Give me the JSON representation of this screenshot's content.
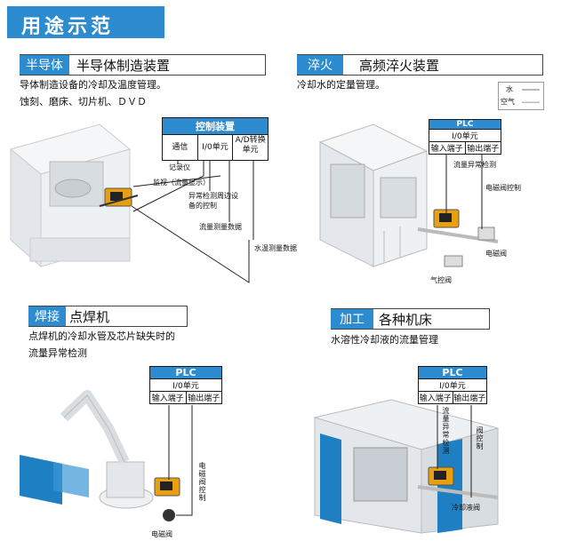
{
  "page_title": "用途示范",
  "semiconductor": {
    "tag": "半导体",
    "name": "半导体制造装置",
    "desc1": "导体制造设备的冷却及温度管理。",
    "desc2": "蚀刻、磨床、切片机、ＤＶＤ",
    "control_title": "控制装置",
    "col_comm": "通信",
    "col_io": "I/0单元",
    "col_ad": "A/D转换单元",
    "label_recorder": "记录仪",
    "label_monitor": "监视（流量显示）",
    "label_abnormal": "异常检测周边设备的控制",
    "label_flow": "流量测量数据",
    "label_temp": "水温测量数据"
  },
  "quench": {
    "tag": "淬火",
    "name": "高频淬火装置",
    "desc": "冷却水的定量管理。",
    "legend_water": "水",
    "legend_air": "空气",
    "plc": "PLC",
    "io": "I/0单元",
    "in": "输入端子",
    "out": "输出端子",
    "label_flow": "流量异常检测",
    "label_valve_ctrl": "电磁阀控制",
    "label_valve": "电磁阀",
    "label_air_valve": "气控阀"
  },
  "welding": {
    "tag": "焊接",
    "name": "点焊机",
    "desc1": "点焊机的冷却水管及芯片缺失时的",
    "desc2": "流量异常检测",
    "plc": "PLC",
    "io": "I/0单元",
    "in": "输入端子",
    "out": "输出端子",
    "label_valve_ctrl": "电磁阀控制",
    "label_valve": "电磁阀"
  },
  "machining": {
    "tag": "加工",
    "name": "各种机床",
    "desc": "水溶性冷却液的流量管理",
    "plc": "PLC",
    "io": "I/0单元",
    "in": "输入端子",
    "out": "输出端子",
    "label_flow": "流量异常检测",
    "label_valve_ctrl": "阀控制",
    "label_coolant_valve": "冷却液阀"
  },
  "colors": {
    "accent": "#2d8bcf",
    "machine_blue": "#1e7fc3",
    "sensor": "#e8a010"
  }
}
